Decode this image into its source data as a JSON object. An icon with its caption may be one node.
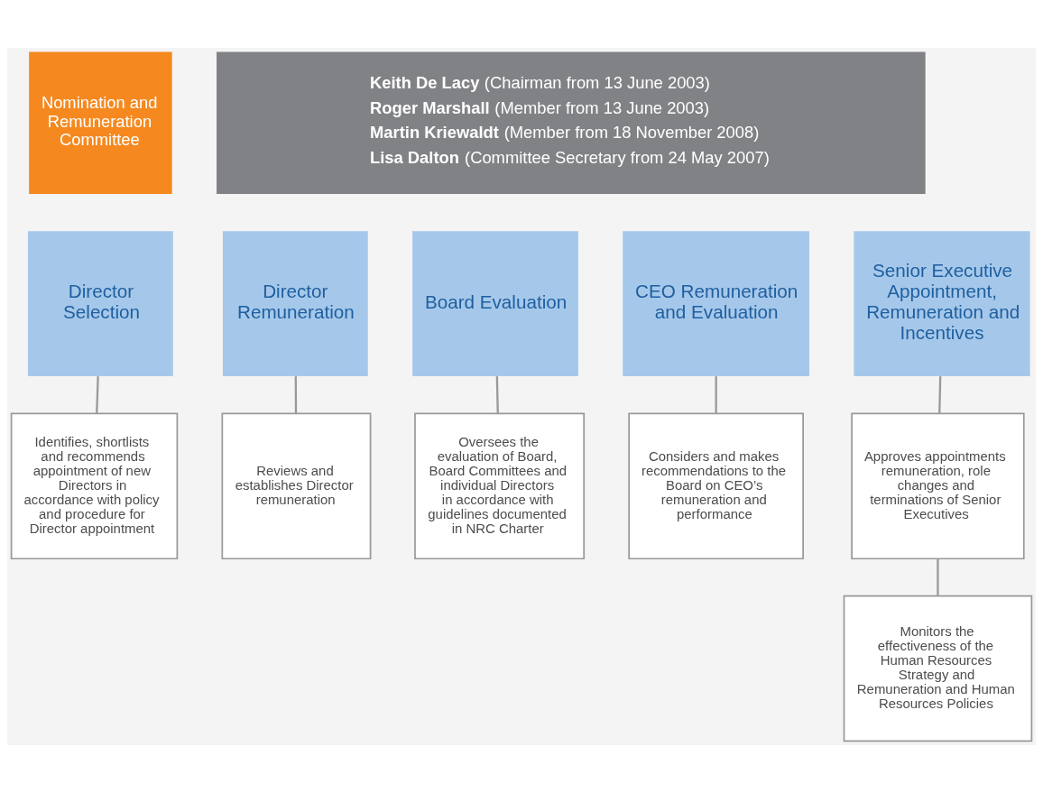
{
  "diagram": {
    "nodes": [
      {
        "text": [
          "Nomination and Remuneration Committee"
        ]
      },
      {
        "text": [
          "**Keith De Lacy** (Chairman from 13 June 2003)",
          "**Roger Marshall** (Member from 13 June 2003)",
          "**Martin Kriewaldt** (Member from 18 November 2008)",
          "**Lisa Dalton** (Committee Secretary from 24 May 2007)"
        ]
      },
      {
        "text": [
          "Director Selection"
        ]
      },
      {
        "text": [
          "Director Remuneration"
        ]
      },
      {
        "text": [
          "Board Evaluation"
        ]
      },
      {
        "text": [
          "CEO Remuneration and Evaluation"
        ]
      },
      {
        "text": [
          "Senior Executive Appointment, Remuneration and Incentives"
        ]
      },
      {
        "text": [
          "Identifies, shortlists and recommends appointment of new Directors in accordance with policy and procedure for Director appointment"
        ]
      },
      {
        "text": [
          "Reviews and establishes Director remuneration"
        ]
      },
      {
        "text": [
          "Oversees the evaluation of Board, Board Committees and individual Directors in accordance with guidelines documented in NRC Charter"
        ]
      },
      {
        "text": [
          "Considers and makes recommendations to the Board on CEO’s remuneration and performance"
        ]
      },
      {
        "text": [
          "Approves appointments remuneration, role changes and terminations of Senior Executives"
        ]
      },
      {
        "text": [
          "Monitors the effectiveness of the Human Resources Strategy and Remuneration and Human Resources Policies"
        ]
      }
    ],
    "edges": [
      {
        "from": 2,
        "to": 7,
        "arrow": "none"
      },
      {
        "from": 3,
        "to": 8,
        "arrow": "none"
      },
      {
        "from": 4,
        "to": 9,
        "arrow": "none"
      },
      {
        "from": 5,
        "to": 10,
        "arrow": "none"
      },
      {
        "from": 6,
        "to": 11,
        "arrow": "none"
      },
      {
        "from": 11,
        "to": 12,
        "arrow": "none"
      }
    ]
  }
}
